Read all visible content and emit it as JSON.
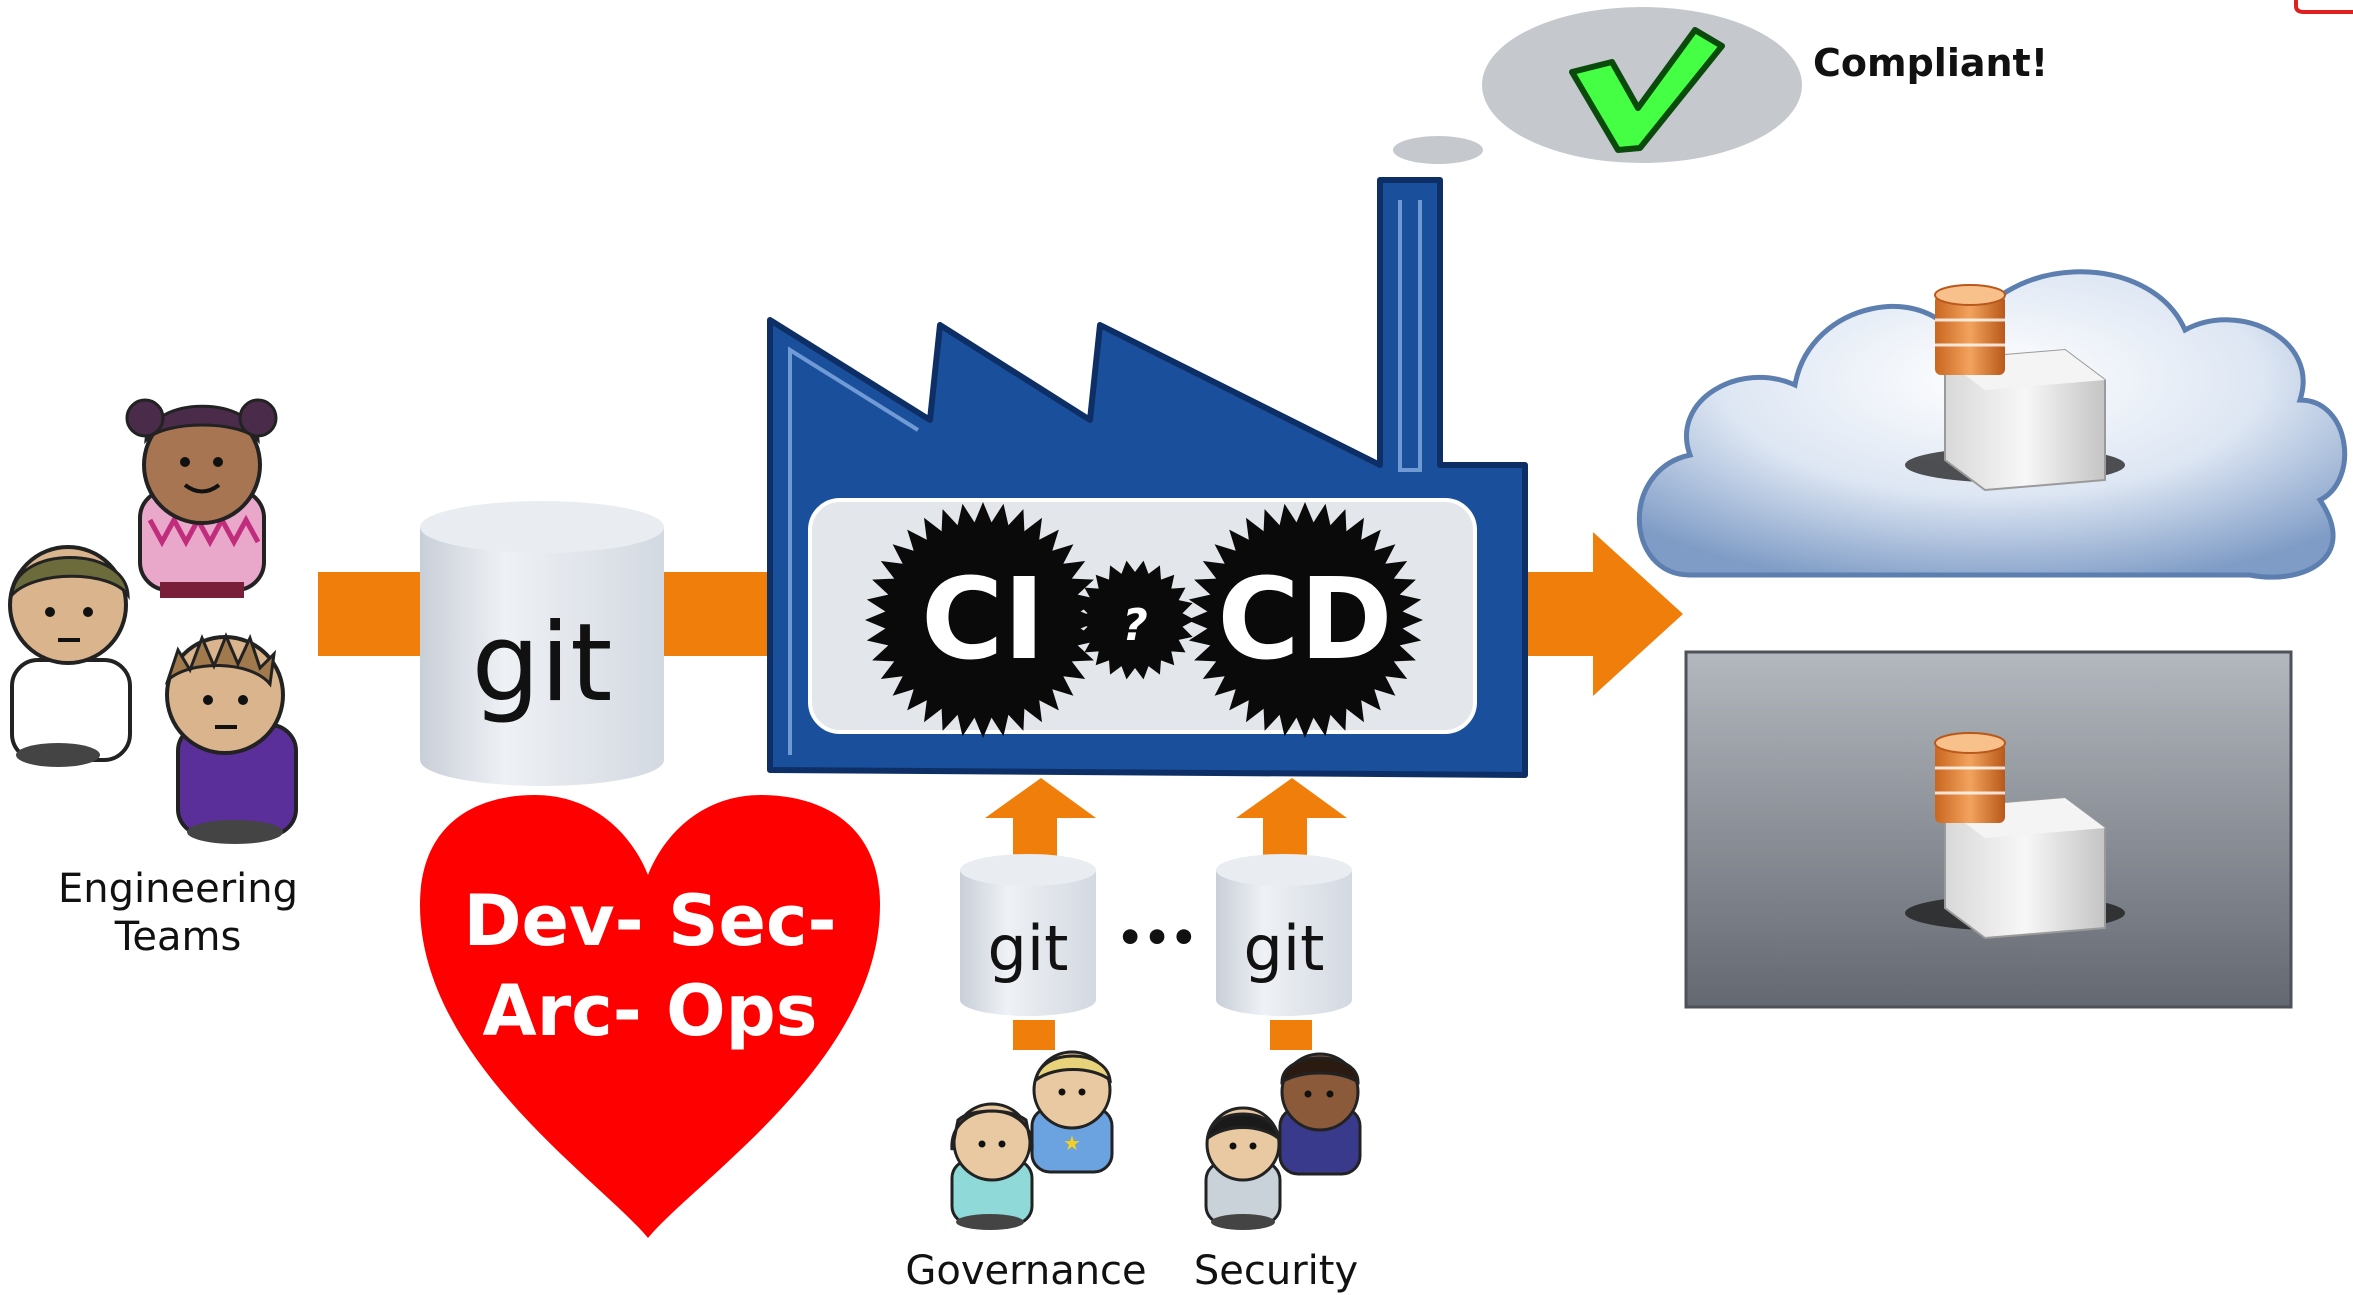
{
  "thought_bubble": {
    "text": "Compliant!"
  },
  "main_repo": {
    "label": "git"
  },
  "policy_repos": [
    {
      "label": "git"
    },
    {
      "label": "git"
    }
  ],
  "policy_repos_separator": "•••",
  "factory": {
    "ci_label": "CI",
    "cd_label": "CD",
    "unknown_label": "?"
  },
  "heart": {
    "line1": "Dev- Sec-",
    "line2": "Arc- Ops"
  },
  "groups": {
    "engineering": {
      "line1": "Engineering",
      "line2": "Teams"
    },
    "governance": "Governance",
    "security": "Security"
  },
  "colors": {
    "arrow": "#ef7f0a",
    "factory": "#1a4f9c",
    "heart": "#ff0000",
    "check": "#44ff44",
    "cloud": "#b7c8e2",
    "server_box": "#7a7d82"
  }
}
